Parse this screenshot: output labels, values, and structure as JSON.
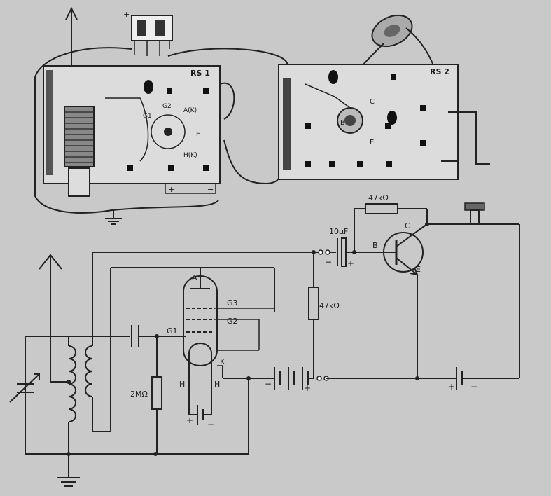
{
  "boards": {
    "rs1": "RS 1",
    "rs2": "RS 2"
  },
  "layout_labels": {
    "g2": "G2",
    "g1": "G1",
    "a": "A(K)",
    "h": "H",
    "hk": "H(K)",
    "b": "B",
    "c": "C",
    "e": "E",
    "plus": "+",
    "minus": "−"
  },
  "schematic": {
    "r_feedback": "47kΩ",
    "capacitor": "10μF",
    "r_load": "47kΩ",
    "r_grid": "2MΩ",
    "tube_a": "A",
    "tube_g3": "G3",
    "tube_g2": "G2",
    "tube_g1": "G1",
    "tube_k": "K",
    "tube_h_left": "H",
    "tube_h_right": "H",
    "transistor_b": "B",
    "transistor_c": "C",
    "transistor_e": "E",
    "cap_minus": "−",
    "cap_plus": "+",
    "bat_minus": "−",
    "bat_plus": "+",
    "bat2_plus": "+",
    "bat2_minus": "−",
    "heater_plus": "+",
    "heater_minus": "−"
  }
}
